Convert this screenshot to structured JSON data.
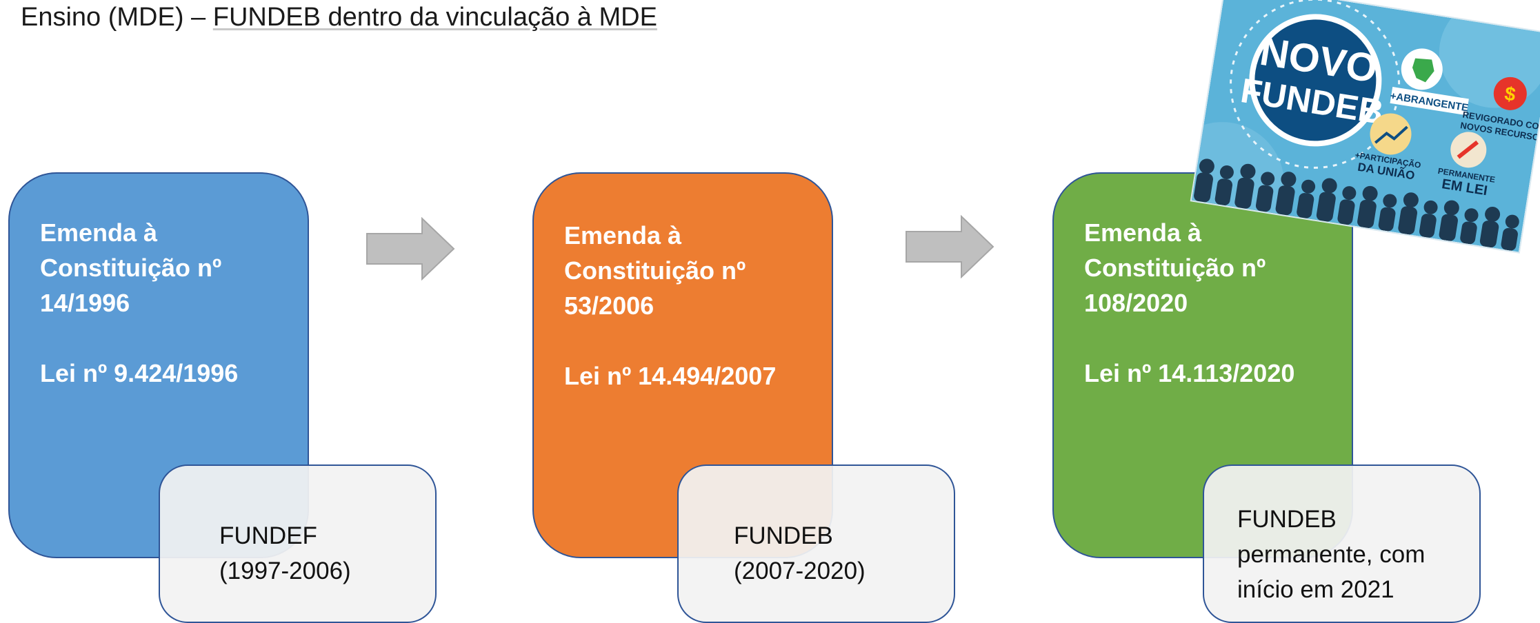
{
  "title": {
    "prefix": "Ensino (MDE) – ",
    "highlight": "FUNDEB dentro da vinculação à MDE"
  },
  "stages": [
    {
      "emenda_line1": "Emenda à",
      "emenda_line2": "Constituição nº",
      "emenda_number": "14/1996",
      "lei": "Lei nº 9.424/1996",
      "fund_line1": "FUNDEF",
      "fund_line2": "(1997-2006)",
      "color": "#5b9bd5"
    },
    {
      "emenda_line1": "Emenda à",
      "emenda_line2": "Constituição nº",
      "emenda_number": "53/2006",
      "lei": "Lei nº 14.494/2007",
      "fund_line1": "FUNDEB",
      "fund_line2": "(2007-2020)",
      "color": "#ed7d31"
    },
    {
      "emenda_line1": "Emenda à",
      "emenda_line2": "Constituição nº",
      "emenda_number": "108/2020",
      "lei": "Lei nº 14.113/2020",
      "fund_line1": "FUNDEB",
      "fund_line2": "permanente, com",
      "fund_line3": "início em 2021",
      "color": "#70ad47"
    }
  ],
  "promo_image": {
    "badge_line1": "NOVO",
    "badge_line2": "FUNDEB",
    "tag_abrangente": "+ABRANGENTE",
    "tag_revigorado_1": "REVIGORADO COM",
    "tag_revigorado_2": "NOVOS RECURSOS",
    "tag_participacao_1": "+PARTICIPAÇÃO",
    "tag_participacao_2": "DA UNIÃO",
    "tag_permanente_1": "PERMANENTE",
    "tag_permanente_2": "EM LEI",
    "icon_dollar": "$"
  }
}
